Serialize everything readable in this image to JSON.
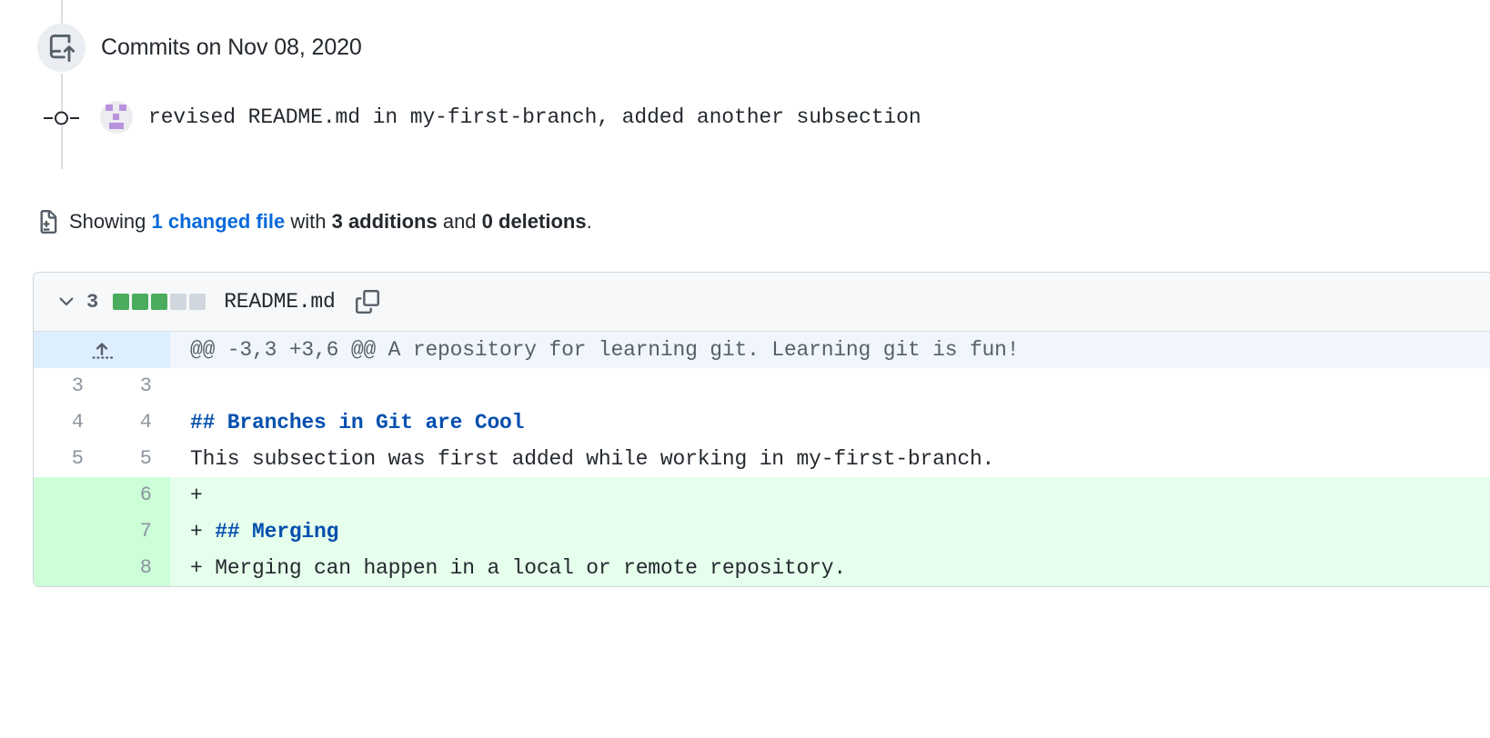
{
  "timeline": {
    "badge_icon": "repo-push-icon",
    "commits_on_label": "Commits on Nov 08, 2020",
    "commit": {
      "avatar_name": "user-avatar",
      "message": "revised README.md in my-first-branch, added another subsection"
    }
  },
  "summary": {
    "icon": "diff-file-icon",
    "prefix": "Showing ",
    "changed_files_link": "1 changed file",
    "with": " with ",
    "additions": "3 additions",
    "and": " and ",
    "deletions": "0 deletions",
    "period": "."
  },
  "file": {
    "chevron_icon": "chevron-down-icon",
    "changes_count": "3",
    "diffstat": [
      "add",
      "add",
      "add",
      "empty",
      "empty"
    ],
    "filename": "README.md",
    "copy_icon": "copy-icon"
  },
  "diff": {
    "hunk": {
      "expand_icon": "expand-up-icon",
      "header": "@@ -3,3 +3,6 @@ A repository for learning git. Learning git is fun!"
    },
    "rows": [
      {
        "type": "context",
        "old": "3",
        "new": "3",
        "marker": "",
        "text": "",
        "highlight": null
      },
      {
        "type": "context",
        "old": "4",
        "new": "4",
        "marker": "",
        "text": "## Branches in Git are Cool",
        "highlight": "md-head"
      },
      {
        "type": "context",
        "old": "5",
        "new": "5",
        "marker": "",
        "text": "This subsection was first added while working in my-first-branch.",
        "highlight": null
      },
      {
        "type": "added",
        "old": "",
        "new": "6",
        "marker": "+",
        "text": "",
        "highlight": null
      },
      {
        "type": "added",
        "old": "",
        "new": "7",
        "marker": "+",
        "text": "## Merging",
        "highlight": "md-head"
      },
      {
        "type": "added",
        "old": "",
        "new": "8",
        "marker": "+",
        "text": "Merging can happen in a local or remote repository.",
        "highlight": null
      }
    ]
  },
  "colors": {
    "link": "#0969da",
    "added_bg": "#e6ffec",
    "added_gutter": "#ccffd8",
    "hunk_bg": "#f1f6fc",
    "diffstat_green": "#4aac5c",
    "markdown_heading": "#0550ae",
    "avatar_purple": "#b894dd"
  }
}
